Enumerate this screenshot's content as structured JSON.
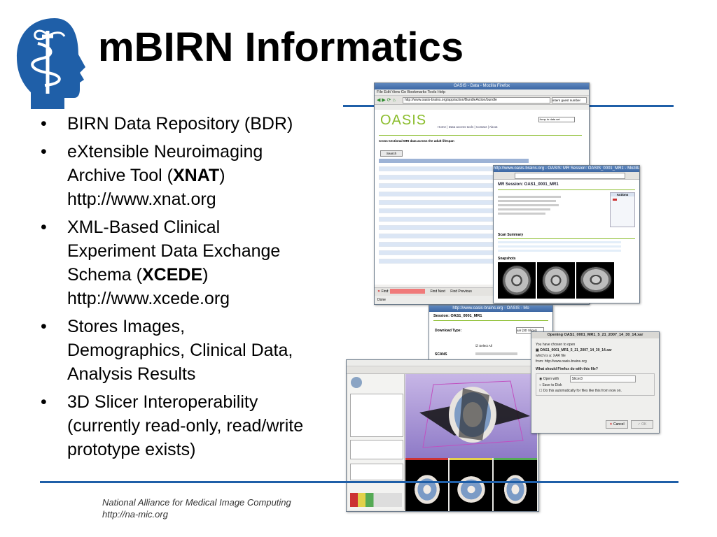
{
  "slide": {
    "title": "mBIRN Informatics",
    "bullets": [
      {
        "lines": [
          {
            "text": "BIRN Data Repository (BDR)"
          }
        ]
      },
      {
        "lines": [
          {
            "text": "eXtensible Neuroimaging"
          },
          {
            "pre": "Archive Tool (",
            "bold": "XNAT",
            "post": ")"
          },
          {
            "text": "http://www.xnat.org"
          }
        ]
      },
      {
        "lines": [
          {
            "text": "XML-Based Clinical"
          },
          {
            "text": "Experiment Data Exchange"
          },
          {
            "pre": "Schema (",
            "bold": "XCEDE",
            "post": ")"
          },
          {
            "text": "http://www.xcede.org"
          }
        ]
      },
      {
        "lines": [
          {
            "text": "Stores Images,"
          },
          {
            "text": "Demographics, Clinical Data,"
          },
          {
            "text": "Analysis Results"
          }
        ]
      },
      {
        "lines": [
          {
            "text": "3D Slicer Interoperability"
          },
          {
            "text": "(currently read-only, read/write"
          },
          {
            "text": "prototype exists)"
          }
        ]
      }
    ],
    "bullet_symbol": "•",
    "footer_line1": "National Alliance for Medical Image Computing",
    "footer_line2": "http://na-mic.org",
    "accent_color": "#1f5fa8",
    "logo_icon": "head-caduceus-icon"
  },
  "shot_oasis": {
    "menu": "File  Edit  View  Go  Bookmarks  Tools  Help",
    "url": "http://www.oasis-brains.org/app/action/BundleAction/bundle",
    "search": "intern guest number",
    "logo": "OASIS",
    "nav": "Home  |  Data access tools  |  Contact  |  About",
    "jump": "Jump to data set",
    "heading": "Cross-sectional MRI data across the adult lifespan",
    "search_button": "Search",
    "find_label": "Find:",
    "find_next": "Find Next",
    "find_prev": "Find Previous",
    "status": "Done"
  },
  "shot_session": {
    "title": "http://www.oasis-brains.org - OASIS: MR Session: OASIS_0001_MR1 - Mozilla Firefox",
    "heading": "MR Session: OAS1_0001_MR1",
    "scan_summary": "Scan Summary",
    "snapshots": "Snapshots",
    "actions": "Actions"
  },
  "shot_download": {
    "title": "http://www.oasis-brains.org - OASIS - Mo",
    "session": "Session: OAS1_0001_MR1",
    "download_type": "Download Type:",
    "format": "xar (3D Slicer)",
    "select_all": "Select All",
    "scans": "SCANS"
  },
  "shot_dialog": {
    "title": "Opening OAS1_0001_MR1_5_21_2007_14_30_14.xar",
    "intro": "You have chosen to open",
    "file": "OAS1_0001_MR1_5_21_2007_14_30_14.xar",
    "which_is": "which is a:  XAR file",
    "from": "from: http://www.oasis-brains.org",
    "question": "What should Firefox do with this file?",
    "open_with": "Open with",
    "app": "Slicer3",
    "save": "Save to Disk",
    "auto": "Do this automatically for files like this from now on.",
    "cancel": "Cancel",
    "ok": "OK"
  }
}
